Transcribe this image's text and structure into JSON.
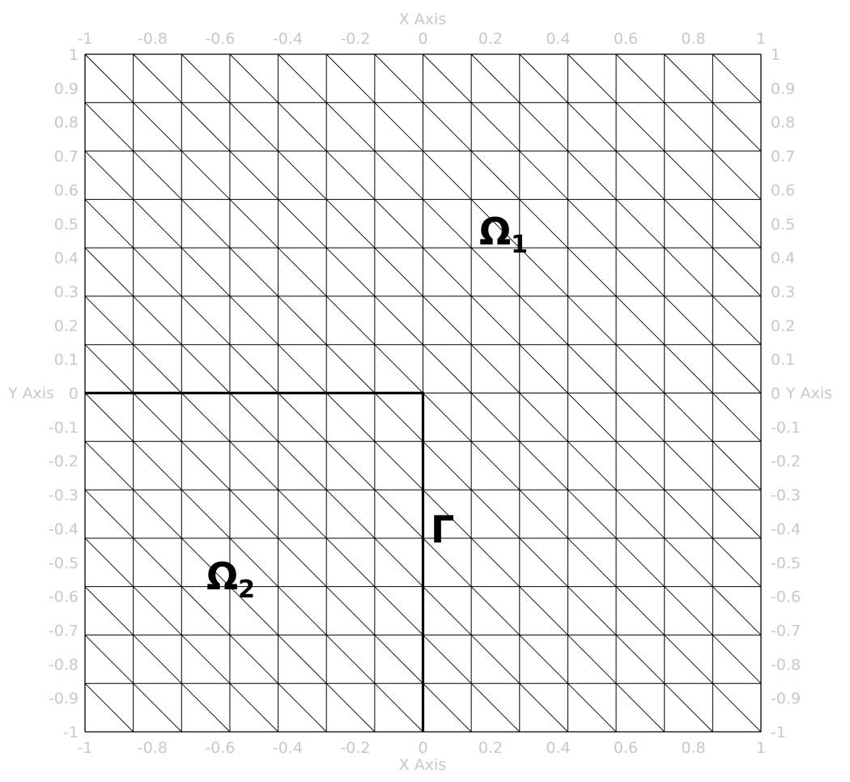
{
  "axes": {
    "x_title_top": "X Axis",
    "x_title_bottom": "X Axis",
    "y_title_left": "Y Axis",
    "y_title_right": "Y Axis",
    "x_ticks": [
      "-1",
      "-0.8",
      "-0.6",
      "-0.4",
      "-0.2",
      "0",
      "0.2",
      "0.4",
      "0.6",
      "0.8",
      "1"
    ],
    "y_ticks": [
      "1",
      "0.9",
      "0.8",
      "0.7",
      "0.6",
      "0.5",
      "0.4",
      "0.3",
      "0.2",
      "0.1",
      "0",
      "-0.1",
      "-0.2",
      "-0.3",
      "-0.4",
      "-0.5",
      "-0.6",
      "-0.7",
      "-0.8",
      "-0.9",
      "-1"
    ],
    "tick_color": "#c8c8c8"
  },
  "mesh": {
    "xmin": -1,
    "xmax": 1,
    "ymin": -1,
    "ymax": 1,
    "divisions_x": 14,
    "divisions_y": 14,
    "line_color": "#000000"
  },
  "interface": {
    "points": [
      [
        -1,
        0
      ],
      [
        0,
        0
      ],
      [
        0,
        -1
      ]
    ],
    "color": "#000000"
  },
  "labels": {
    "omega1_main": "Ω",
    "omega1_sub": "1",
    "omega2_main": "Ω",
    "omega2_sub": "2",
    "gamma": "Γ"
  }
}
